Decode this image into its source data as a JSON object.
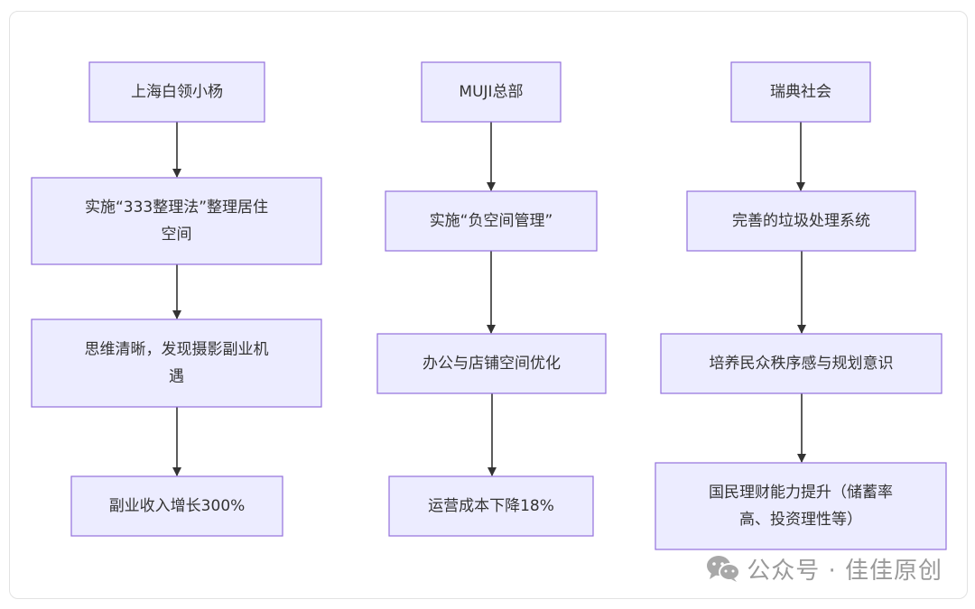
{
  "nodes": [
    {
      "id": "a1",
      "lines": [
        "上海白领小杨"
      ]
    },
    {
      "id": "a2",
      "lines": [
        "实施“333整理法”整理居住",
        "空间"
      ]
    },
    {
      "id": "a3",
      "lines": [
        "思维清晰，发现摄影副业机",
        "遇"
      ]
    },
    {
      "id": "a4",
      "lines": [
        "副业收入增长300%"
      ]
    },
    {
      "id": "b1",
      "lines": [
        "MUJI总部"
      ]
    },
    {
      "id": "b2",
      "lines": [
        "实施“负空间管理”"
      ]
    },
    {
      "id": "b3",
      "lines": [
        "办公与店铺空间优化"
      ]
    },
    {
      "id": "b4",
      "lines": [
        "运营成本下降18%"
      ]
    },
    {
      "id": "c1",
      "lines": [
        "瑞典社会"
      ]
    },
    {
      "id": "c2",
      "lines": [
        "完善的垃圾处理系统"
      ]
    },
    {
      "id": "c3",
      "lines": [
        "培养民众秩序感与规划意识"
      ]
    },
    {
      "id": "c4",
      "lines": [
        "国民理财能力提升（储蓄率",
        "高、投资理性等）"
      ]
    }
  ],
  "edges": [
    [
      "a1",
      "a2"
    ],
    [
      "a2",
      "a3"
    ],
    [
      "a3",
      "a4"
    ],
    [
      "b1",
      "b2"
    ],
    [
      "b2",
      "b3"
    ],
    [
      "b3",
      "b4"
    ],
    [
      "c1",
      "c2"
    ],
    [
      "c2",
      "c3"
    ],
    [
      "c3",
      "c4"
    ]
  ],
  "watermark": {
    "text": "公众号 · 佳佳原创",
    "icon": "wechat-icon"
  },
  "colors": {
    "node_fill": "#ECECFF",
    "node_stroke": "#9370DB",
    "edge": "#333333"
  }
}
